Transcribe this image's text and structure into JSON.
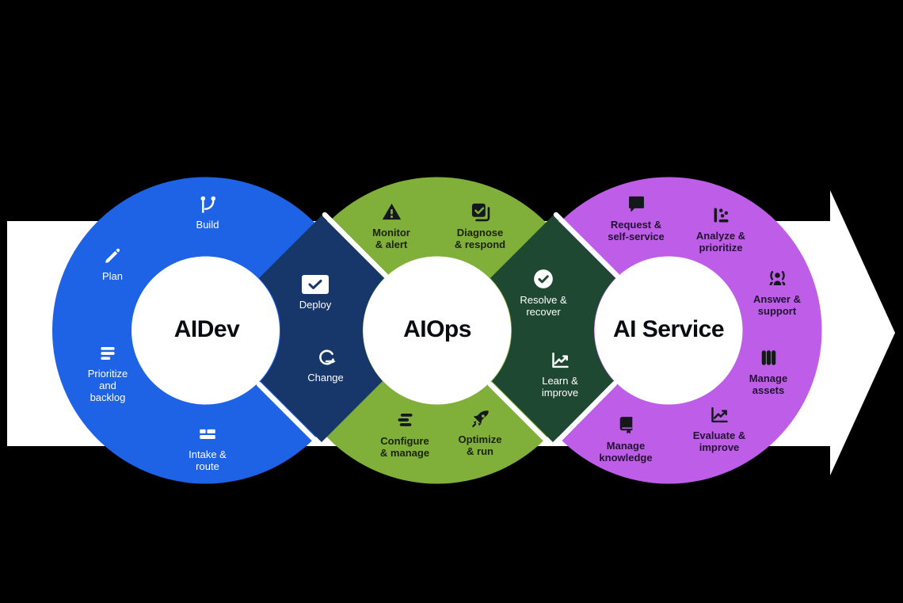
{
  "diagram_title": "AIDev / AIOps / AI Service interlocking lifecycle rings",
  "colors": {
    "background": "#000000",
    "arrow_white": "#ffffff",
    "aidev_blue": "#1e62e6",
    "aiops_green": "#80af3a",
    "aiservice_purple": "#be5ee8",
    "overlap_navy": "#17376b",
    "overlap_dark_green": "#1f4833",
    "inner_white": "#ffffff"
  },
  "segments": [
    {
      "name": "aidev",
      "title": "AIDev",
      "items": [
        {
          "id": "build",
          "icon": "git-branch-icon",
          "label": "Build"
        },
        {
          "id": "plan",
          "icon": "pencil-icon",
          "label": "Plan"
        },
        {
          "id": "prioritize-and-backlog",
          "icon": "list-lines-icon",
          "label": "Prioritize\nand\nbacklog"
        },
        {
          "id": "intake-route",
          "icon": "intake-table-icon",
          "label": "Intake &\nroute"
        }
      ]
    },
    {
      "name": "aidev-aiops-overlap",
      "title": "",
      "items": [
        {
          "id": "deploy",
          "icon": "checkbox-icon",
          "label": "Deploy"
        },
        {
          "id": "change",
          "icon": "loop-arrow-icon",
          "label": "Change"
        }
      ]
    },
    {
      "name": "aiops",
      "title": "AIOps",
      "items": [
        {
          "id": "monitor-alert",
          "icon": "warning-triangle-icon",
          "label": "Monitor\n& alert"
        },
        {
          "id": "diagnose-respond",
          "icon": "checked-cards-icon",
          "label": "Diagnose\n& respond"
        },
        {
          "id": "configure-manage",
          "icon": "staggered-bars-icon",
          "label": "Configure\n& manage"
        },
        {
          "id": "optimize-run",
          "icon": "rocket-icon",
          "label": "Optimize\n& run"
        }
      ]
    },
    {
      "name": "aiops-aiservice-overlap",
      "title": "",
      "items": [
        {
          "id": "resolve-recover",
          "icon": "check-circle-icon",
          "label": "Resolve &\nrecover"
        },
        {
          "id": "learn-improve",
          "icon": "trend-chart-icon",
          "label": "Learn &\nimprove"
        }
      ]
    },
    {
      "name": "aiservice",
      "title": "AI Service",
      "items": [
        {
          "id": "request-self-service",
          "icon": "speech-bubble-icon",
          "label": "Request &\nself-service"
        },
        {
          "id": "analyze-prioritize",
          "icon": "scatter-chart-icon",
          "label": "Analyze &\nprioritize"
        },
        {
          "id": "answer-support",
          "icon": "people-group-icon",
          "label": "Answer &\nsupport"
        },
        {
          "id": "manage-assets",
          "icon": "columns-icon",
          "label": "Manage\nassets"
        },
        {
          "id": "evaluate-improve",
          "icon": "trend-arrow-icon",
          "label": "Evaluate &\nimprove"
        },
        {
          "id": "manage-knowledge",
          "icon": "book-icon",
          "label": "Manage\nknowledge"
        }
      ]
    }
  ]
}
